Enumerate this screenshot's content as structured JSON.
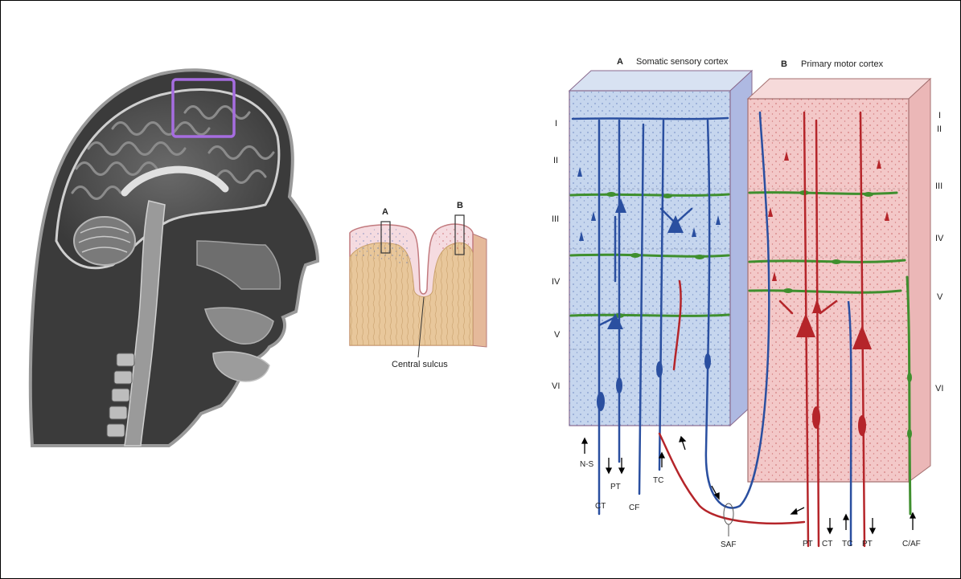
{
  "mid_figure": {
    "label_a": "A",
    "label_b": "B",
    "caption": "Central sulcus"
  },
  "right_figure": {
    "panel_a_letter": "A",
    "panel_a_title": "Somatic sensory cortex",
    "panel_b_letter": "B",
    "panel_b_title": "Primary motor cortex",
    "layers_left": [
      "I",
      "II",
      "III",
      "IV",
      "V",
      "VI"
    ],
    "layers_right": [
      "I",
      "II",
      "III",
      "IV",
      "V",
      "VI"
    ],
    "bottom_labels": {
      "ns": "N-S",
      "ct_a": "CT",
      "pt_a": "PT",
      "cf": "CF",
      "tc_a": "TC",
      "saf": "SAF",
      "pt_b1": "PT",
      "ct_b": "CT",
      "tc_b": "TC",
      "pt_b2": "PT",
      "caf": "C/AF"
    }
  },
  "colors": {
    "highlight_box": "#a66de0",
    "sensory_fill": "#c6d6ee",
    "motor_fill": "#f3c8c8",
    "gray_matter": "#f4d6dc",
    "white_matter": "#e8c79b",
    "blue_neuron": "#2a4fa0",
    "red_neuron": "#b5252a",
    "green_axon": "#3f8f2e"
  }
}
